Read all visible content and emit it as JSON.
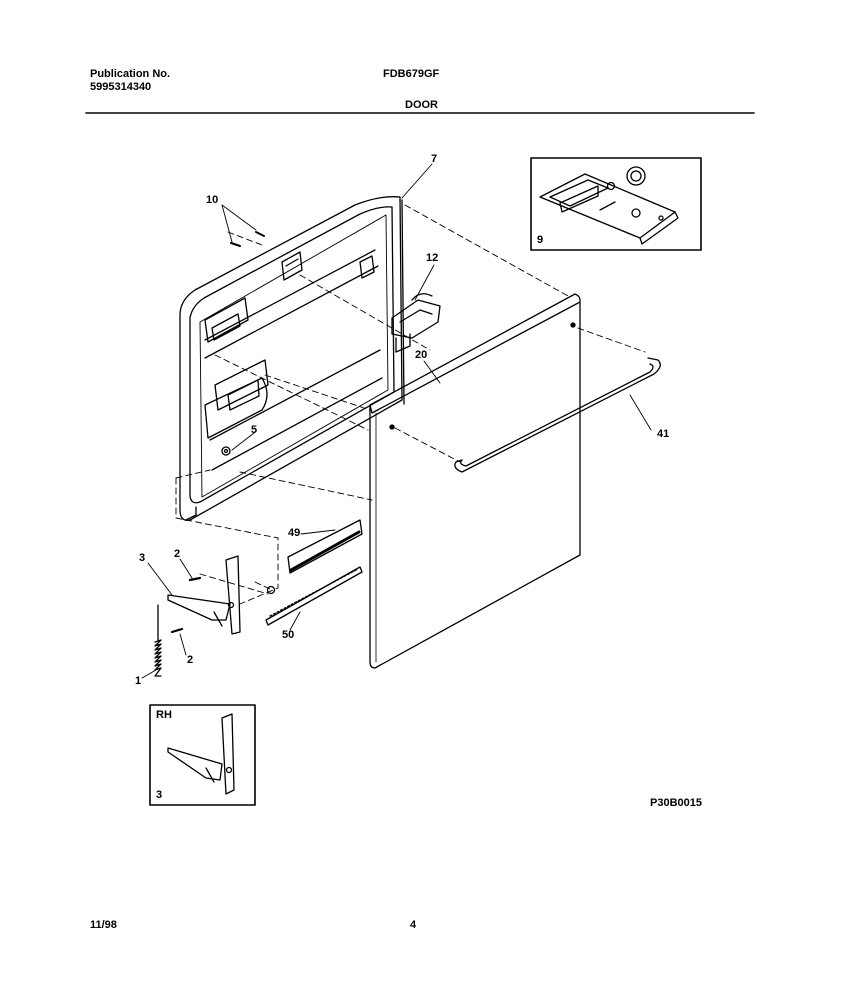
{
  "header": {
    "publication_label": "Publication No.",
    "publication_number": "5995314340",
    "model": "FDB679GF",
    "section_title": "DOOR"
  },
  "callouts": {
    "c1": "1",
    "c2a": "2",
    "c2b": "2",
    "c3": "3",
    "c5": "5",
    "c7": "7",
    "c9": "9",
    "c10": "10",
    "c12": "12",
    "c20": "20",
    "c41": "41",
    "c49": "49",
    "c50": "50"
  },
  "inset_rh": {
    "label": "RH",
    "part": "3"
  },
  "drawing_code": "P30B0015",
  "footer": {
    "date": "11/98",
    "page": "4"
  }
}
